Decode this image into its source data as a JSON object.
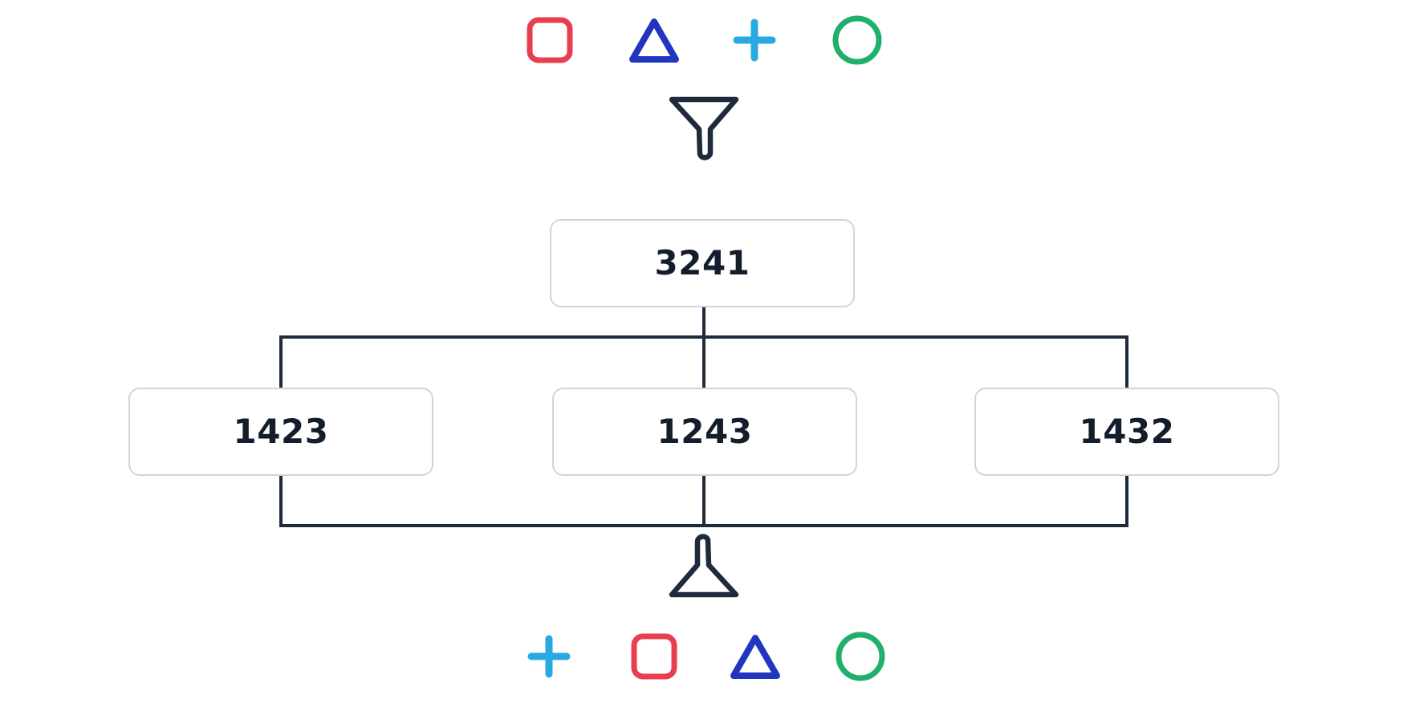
{
  "colors": {
    "red": "#e83e4f",
    "blue": "#2135bf",
    "cyan": "#29a9e1",
    "green": "#1fb16c",
    "line": "#1f2b3b",
    "node_border": "#d1d5db",
    "node_text": "#141d2b",
    "background": "#ffffff"
  },
  "input_row": {
    "shapes": [
      {
        "shape": "square",
        "color": "#e83e4f"
      },
      {
        "shape": "triangle",
        "color": "#2135bf"
      },
      {
        "shape": "plus",
        "color": "#29a9e1"
      },
      {
        "shape": "circle",
        "color": "#1fb16c"
      }
    ]
  },
  "funnels": {
    "top": "funnel",
    "bottom": "inverted-funnel"
  },
  "nodes": {
    "root": {
      "value": "3241"
    },
    "children": [
      {
        "value": "1423"
      },
      {
        "value": "1243"
      },
      {
        "value": "1432"
      }
    ]
  },
  "output_row": {
    "shapes": [
      {
        "shape": "plus",
        "color": "#29a9e1"
      },
      {
        "shape": "square",
        "color": "#e83e4f"
      },
      {
        "shape": "triangle",
        "color": "#2135bf"
      },
      {
        "shape": "circle",
        "color": "#1fb16c"
      }
    ]
  }
}
